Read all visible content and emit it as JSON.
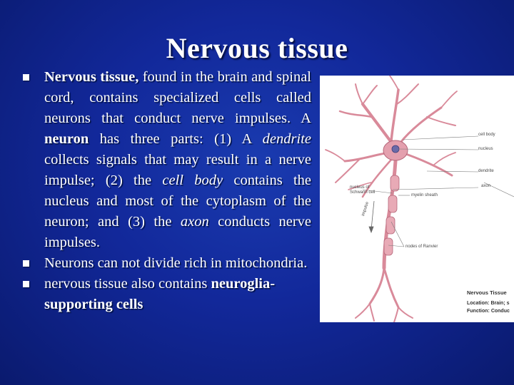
{
  "slide": {
    "title": "Nervous tissue"
  },
  "bullets": [
    {
      "bold_lead": "Nervous tissue,",
      "t1": " found in the brain and spinal cord, contains specialized cells called neurons that conduct nerve impulses. A ",
      "bold_neuron": "neuron",
      "t2": " has three parts: (1) A ",
      "italic_dendrite": "dendrite",
      "t3": " collects signals that may result in a nerve impulse; (2) the ",
      "italic_cellbody": "cell body",
      "t4": " contains the nucleus and most of the cytoplasm of the neuron; and (3) the ",
      "italic_axon": "axon",
      "t5": " conducts nerve impulses."
    },
    {
      "text": "Neurons can not divide rich in mitochondria."
    },
    {
      "t1": "nervous tissue also contains ",
      "bold": "neuroglia- supporting cells"
    }
  ],
  "figure": {
    "labels": {
      "cell_body": "cell body",
      "nucleus": "nucleus",
      "dendrite": "dendrite",
      "axon": "axon",
      "nucleus_of_schwann_cell": "nucleus of Schwann cell",
      "myelin_sheath": "myelin sheath",
      "impulse": "impulse",
      "nodes_of_ranvier": "nodes of Ranvier"
    },
    "caption": {
      "title": "Nervous Tissue",
      "location": "Location: Brain; s",
      "function": "Function: Conduc"
    },
    "colors": {
      "neuron": "#d98a9a",
      "neuron_outline": "#b5677a",
      "leader_line": "#7a7a7a"
    }
  }
}
